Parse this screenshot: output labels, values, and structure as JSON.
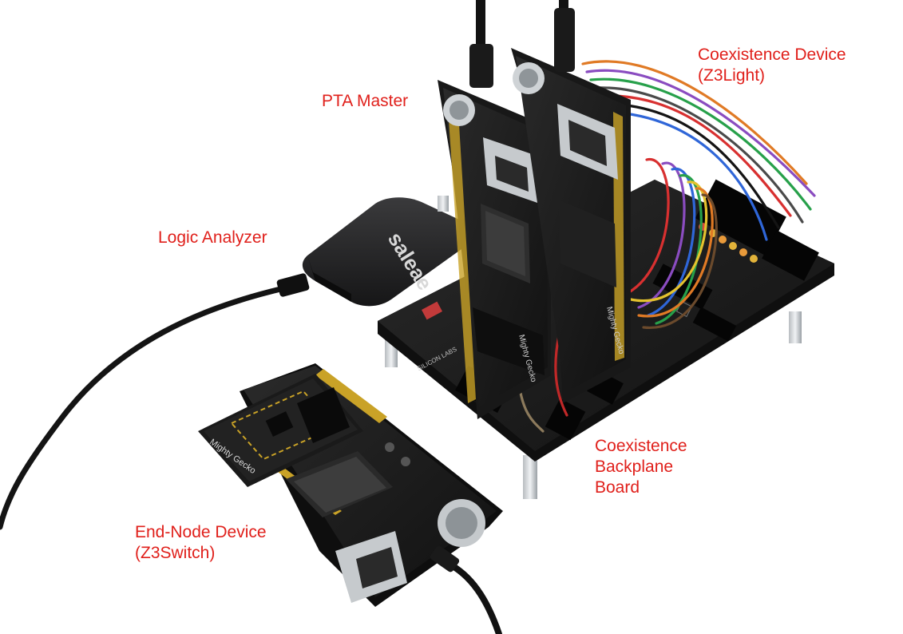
{
  "labels": {
    "coexistence_device": [
      "Coexistence Device",
      "(Z3Light)"
    ],
    "pta_master": [
      "PTA Master"
    ],
    "logic_analyzer": [
      "Logic Analyzer"
    ],
    "coexistence_backplane": [
      "Coexistence",
      "Backplane",
      "Board"
    ],
    "end_node_device": [
      "End-Node Device",
      "(Z3Switch)"
    ]
  },
  "silkscreen": {
    "logic_analyzer_brand": "saleae",
    "kit_brand": "SILICON LABS",
    "kit_name": "Mighty Gecko"
  },
  "colors": {
    "label_red": "#e0201b",
    "pcb_black": "#1a1a1a",
    "header_gold": "#c9a227"
  }
}
